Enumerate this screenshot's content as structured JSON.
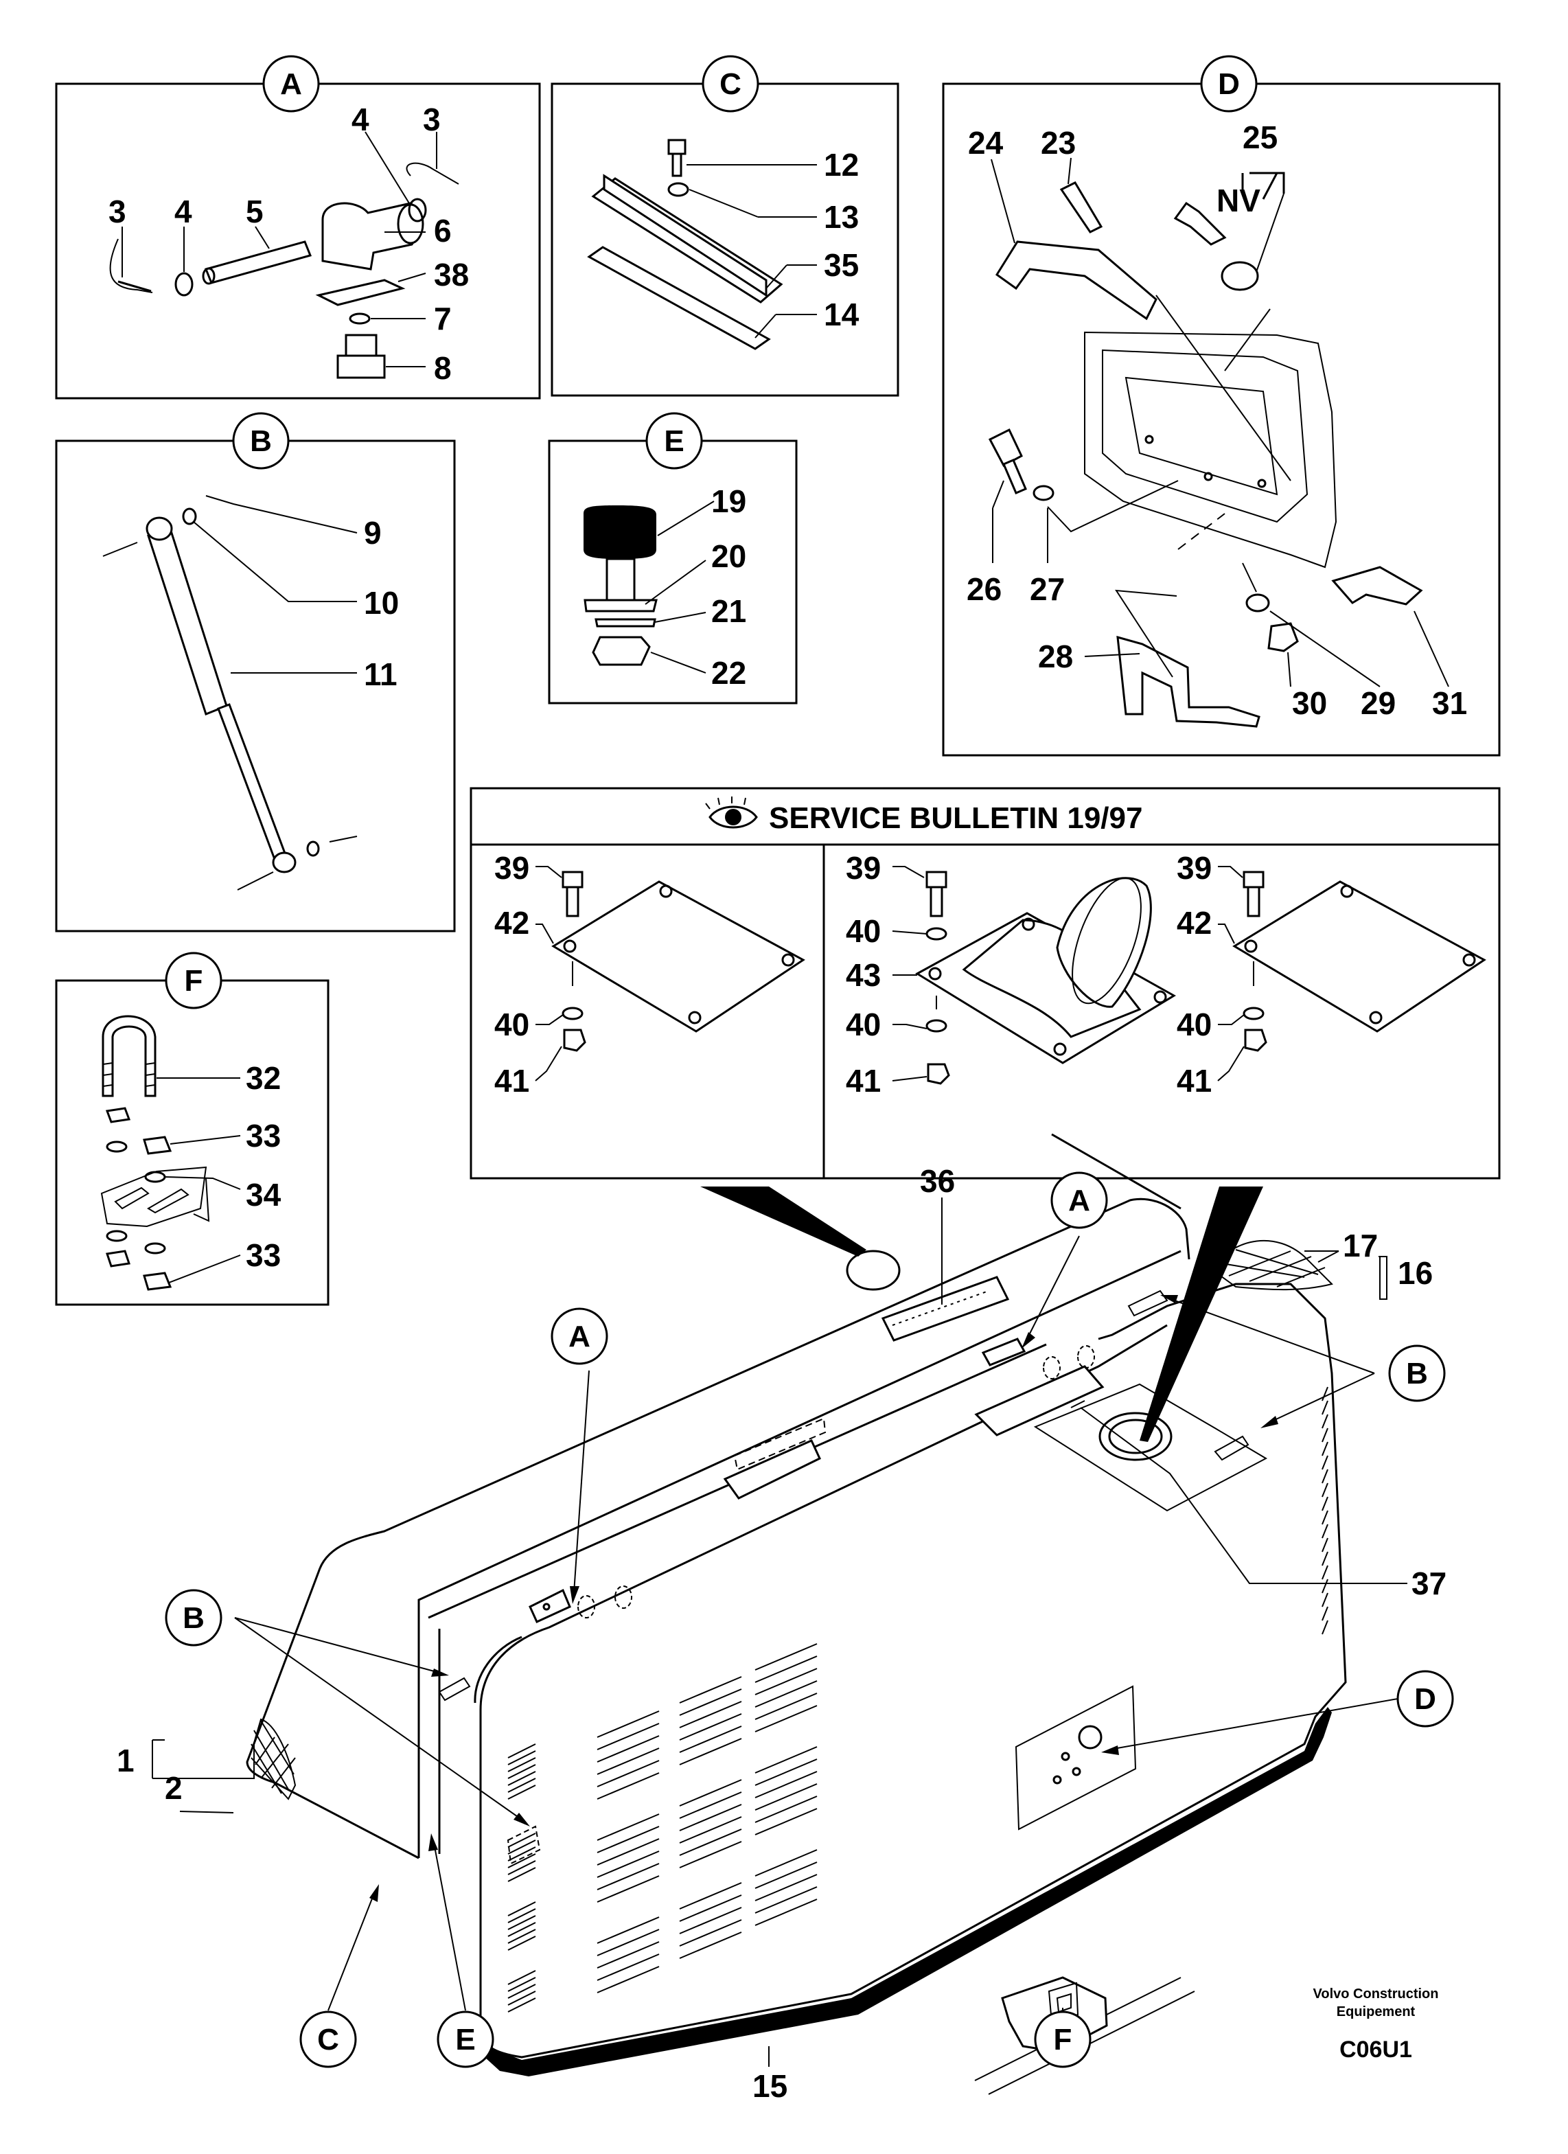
{
  "panels": {
    "A": {
      "title": "A",
      "labels": {
        "p3a": "3",
        "p4a": "4",
        "p5": "5",
        "p4b": "4",
        "p3b": "3",
        "p6": "6",
        "p38": "38",
        "p7": "7",
        "p8": "8"
      }
    },
    "B": {
      "title": "B",
      "labels": {
        "p9": "9",
        "p10": "10",
        "p11": "11"
      }
    },
    "C": {
      "title": "C",
      "labels": {
        "p12": "12",
        "p13": "13",
        "p35": "35",
        "p14": "14"
      }
    },
    "D": {
      "title": "D",
      "labels": {
        "p24": "24",
        "p23": "23",
        "p25": "25",
        "nv": "NV",
        "p26": "26",
        "p27": "27",
        "p28": "28",
        "p30": "30",
        "p29": "29",
        "p31": "31"
      }
    },
    "E": {
      "title": "E",
      "labels": {
        "p19": "19",
        "p20": "20",
        "p21": "21",
        "p22": "22"
      }
    },
    "F": {
      "title": "F",
      "labels": {
        "p32": "32",
        "p33a": "33",
        "p34": "34",
        "p33b": "33"
      }
    }
  },
  "service_bulletin": {
    "title": "SERVICE BULLETIN 19/97",
    "icon": "eye-icon",
    "col1": {
      "p39": "39",
      "p42": "42",
      "p40": "40",
      "p41": "41"
    },
    "col2": {
      "p39": "39",
      "p40a": "40",
      "p43": "43",
      "p40b": "40",
      "p41": "41"
    },
    "col3": {
      "p39": "39",
      "p42": "42",
      "p40": "40",
      "p41": "41"
    }
  },
  "main": {
    "refs": {
      "a1": "A",
      "a2": "A",
      "b1": "B",
      "b2": "B",
      "c": "C",
      "d": "D",
      "e": "E",
      "f": "F"
    },
    "labels": {
      "p36": "36",
      "p17": "17",
      "p16": "16",
      "p37": "37",
      "p1": "1",
      "p2": "2",
      "p15": "15"
    }
  },
  "footer": {
    "company_line1": "Volvo Construction",
    "company_line2": "Equipement",
    "code": "C06U1"
  }
}
